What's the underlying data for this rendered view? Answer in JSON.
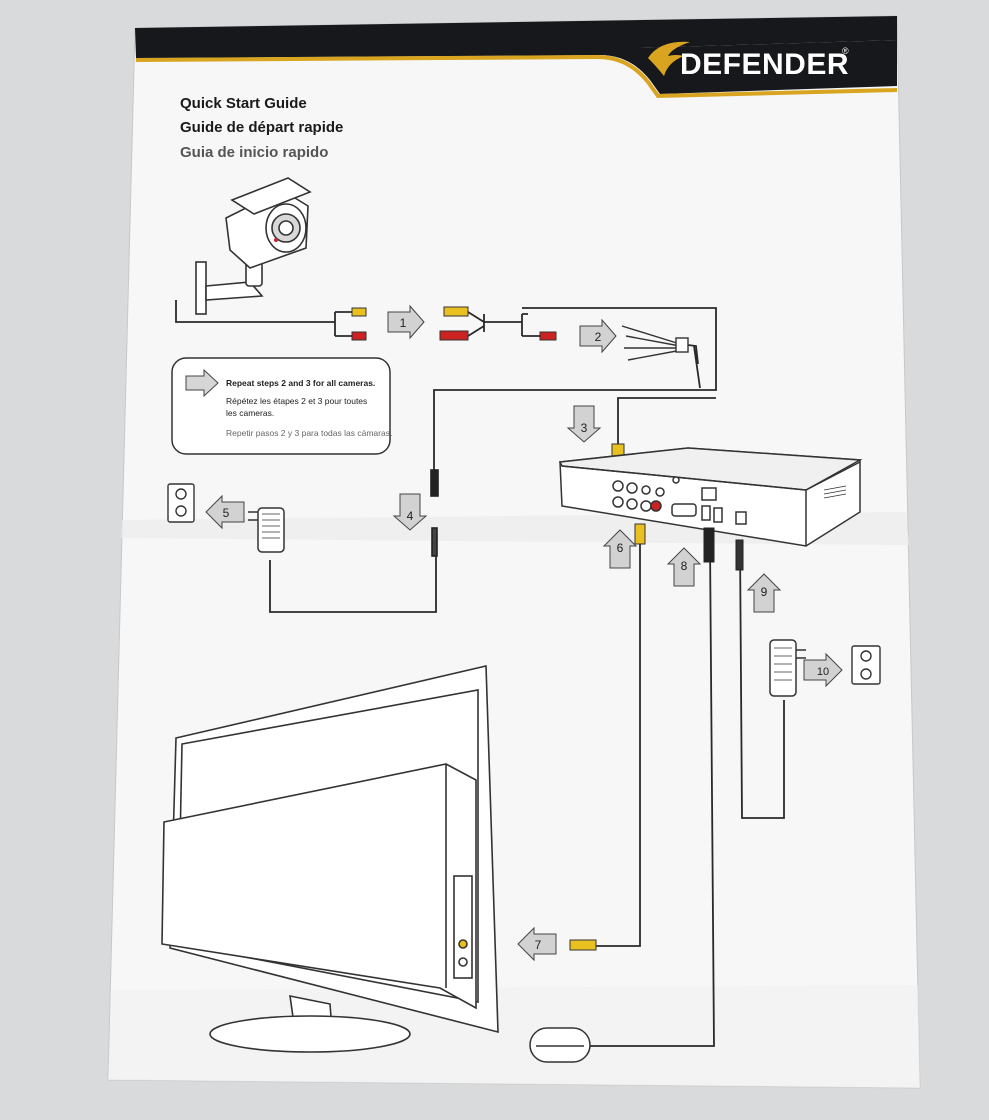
{
  "brand": {
    "name": "DEFENDER",
    "trademark": "®",
    "colors": {
      "band": "#17181c",
      "accent": "#d9a520",
      "paper": "#f6f6f6",
      "line": "#2a2a2a",
      "arrow": "#cfcfcf"
    }
  },
  "titles": {
    "en": "Quick Start Guide",
    "fr": "Guide de départ rapide",
    "es": "Guia de inicio rapido"
  },
  "note": {
    "icon": "right-arrow-icon",
    "en": "Repeat steps 2 and 3 for all cameras.",
    "fr_line1": "Répétez les étapes 2 et 3 pour toutes",
    "fr_line2": "les cameras.",
    "es": "Repetir pasos 2 y 3 para todas las cámaras."
  },
  "steps": {
    "s1": "1",
    "s2": "2",
    "s3": "3",
    "s4": "4",
    "s5": "5",
    "s6": "6",
    "s7": "7",
    "s8": "8",
    "s9": "9",
    "s10": "10"
  },
  "devices": [
    "camera-icon",
    "dvr-icon",
    "tv-monitor-icon",
    "mouse-icon",
    "power-adapter-icon",
    "wall-outlet-icon"
  ]
}
